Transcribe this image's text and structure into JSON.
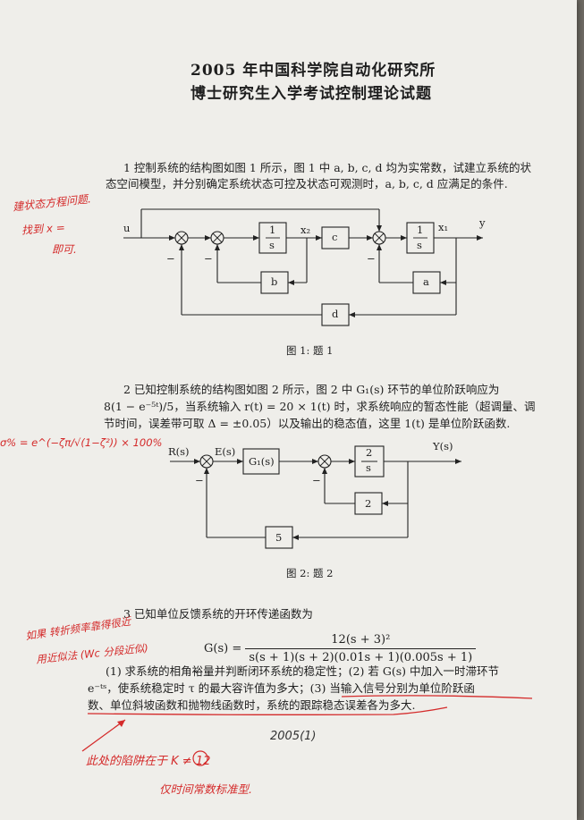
{
  "header": {
    "line1": "2005 年中国科学院自动化研究所",
    "line2": "博士研究生入学考试控制理论试题"
  },
  "q1": {
    "line1": "1 控制系统的结构图如图 1 所示，图 1 中 a, b, c, d 均为实常数，试建立系统的状",
    "line2": "态空间模型，并分别确定系统状态可控及状态可观测时，a, b, c, d 应满足的条件.",
    "labels": {
      "u": "u",
      "y": "y",
      "x1": "x₁",
      "x2": "x₂",
      "block_1s": "1",
      "block_s": "s",
      "a": "a",
      "b": "b",
      "c": "c",
      "d": "d",
      "minus": "−"
    },
    "caption": "图 1: 题 1"
  },
  "q2": {
    "line1": "2 已知控制系统的结构图如图 2 所示，图 2 中 G₁(s) 环节的单位阶跃响应为",
    "line2": "8(1 − e⁻⁵ᵗ)/5，当系统输入 r(t) = 20 × 1(t) 时，求系统响应的暂态性能（超调量、调",
    "line3": "节时间，误差带可取 Δ = ±0.05）以及输出的稳态值，这里 1(t) 是单位阶跃函数.",
    "labels": {
      "R": "R(s)",
      "E": "E(s)",
      "G1": "G₁(s)",
      "Y": "Y(s)",
      "num2": "2",
      "den_s": "s",
      "fb2": "2",
      "fb5": "5",
      "minus": "−"
    },
    "caption": "图 2: 题 2"
  },
  "q3": {
    "line1": "3 已知单位反馈系统的开环传递函数为",
    "g_lhs": "G(s) =",
    "g_num": "12(s + 3)²",
    "g_den": "s(s + 1)(s + 2)(0.01s + 1)(0.005s + 1)",
    "line2": "(1) 求系统的相角裕量并判断闭环系统的稳定性；(2) 若 G(s) 中加入一时滞环节",
    "line3": "e⁻ᵗˢ，使系统稳定时 τ 的最大容许值为多大；(3) 当输入信号分别为单位阶跃函",
    "line4": "数、单位斜坡函数和抛物线函数时，系统的跟踪稳态误差各为多大."
  },
  "footer": {
    "page": "2005(1)"
  },
  "annotations": {
    "note1a": "建状态方程问题.",
    "note1b": "找到 x =",
    "note1c": "即可.",
    "note2": "σ% = e^(−ζπ/√(1−ζ²)) × 100%",
    "note3a": "如果 转折频率靠得很近",
    "note3b": "用近似法 (Wc 分段近似)",
    "note4a": "此处的陷阱在于 K ≠ 12",
    "note4b": "仅时间常数标准型."
  }
}
